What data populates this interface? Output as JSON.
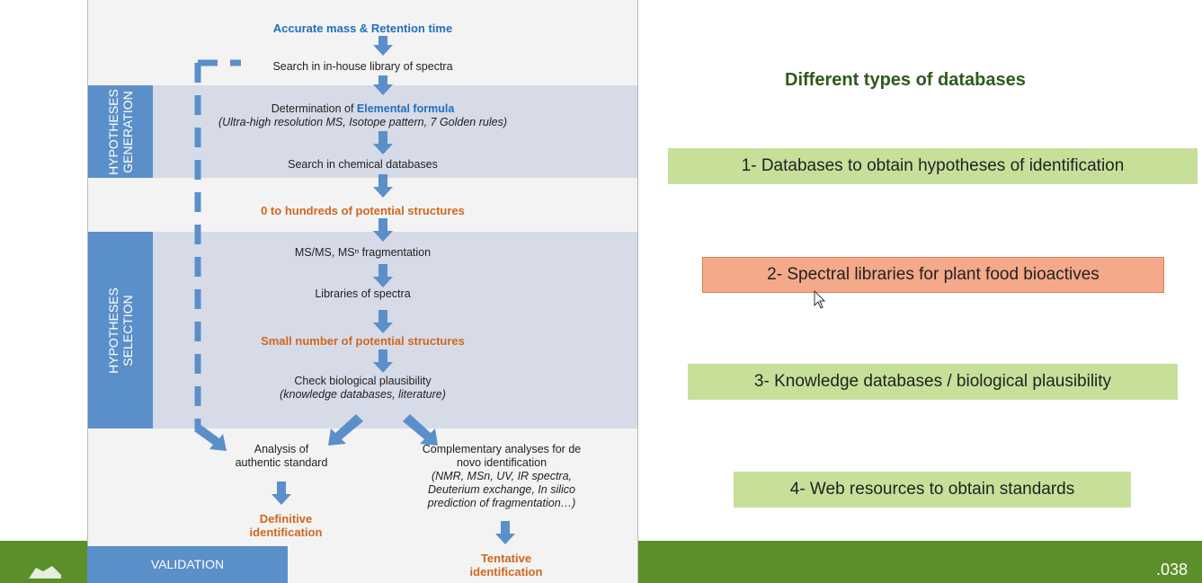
{
  "diagram": {
    "band_generation_label": "HYPOTHESES GENERATION",
    "band_selection_label": "HYPOTHESES SELECTION",
    "step_accurate_mass": "Accurate mass & Retention time",
    "step_inhouse_search": "Search in in-house library of spectra",
    "step_elemental_prefix": "Determination of ",
    "step_elemental_highlight": "Elemental formula",
    "step_elemental_detail": "(Ultra-high resolution MS, Isotope pattern, 7 Golden rules)",
    "step_chem_db": "Search in chemical databases",
    "step_potential_structures": "0 to hundreds of potential structures",
    "step_msms": "MS/MS, MSⁿ fragmentation",
    "step_libraries": "Libraries of spectra",
    "step_small_number": "Small number of potential structures",
    "step_plausibility": "Check biological plausibility",
    "step_plausibility_detail": "(knowledge databases, literature)",
    "step_analysis_standard_1": "Analysis of",
    "step_analysis_standard_2": "authentic standard",
    "step_complementary_1": "Complementary analyses for de",
    "step_complementary_2": "novo identification",
    "step_complementary_3": "(NMR, MSn, UV, IR spectra,",
    "step_complementary_4": "Deuterium exchange, In silico",
    "step_complementary_5": "prediction of fragmentation…)",
    "definitive_1": "Definitive",
    "definitive_2": "identification",
    "tentative_1": "Tentative",
    "tentative_2": "identification",
    "validation": "VALIDATION"
  },
  "right_panel": {
    "title": "Different types of databases",
    "items": [
      {
        "label": "1- Databases to obtain hypotheses of identification",
        "color": "#c6e09a"
      },
      {
        "label": "2- Spectral libraries for plant food bioactives",
        "color": "#f4a98a"
      },
      {
        "label": "3- Knowledge databases / biological plausibility",
        "color": "#c6e09a"
      },
      {
        "label": "4- Web resources to obtain standards",
        "color": "#c6e09a"
      }
    ]
  },
  "footer": {
    "page_number": ".038"
  },
  "colors": {
    "accent_blue": "#5b8fc9",
    "highlight_orange": "#d0671e",
    "footer_green": "#5a8f2a",
    "title_green": "#2e5a1e"
  }
}
